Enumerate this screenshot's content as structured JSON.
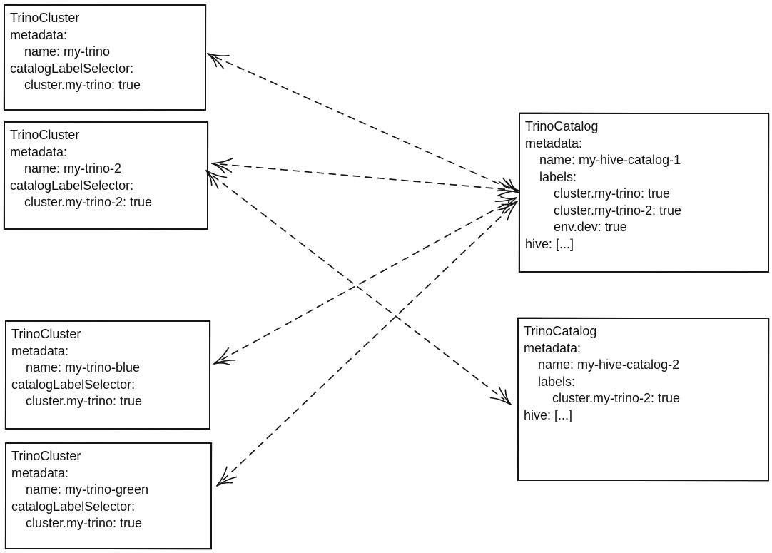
{
  "colors": {
    "ink": "#161616",
    "background": "#ffffff"
  },
  "nodes": {
    "cluster1": {
      "id": "my-trino",
      "kind": "TrinoCluster",
      "lines": [
        "TrinoCluster",
        "metadata:",
        "    name: my-trino",
        "catalogLabelSelector:",
        "    cluster.my-trino: true"
      ]
    },
    "cluster2": {
      "id": "my-trino-2",
      "kind": "TrinoCluster",
      "lines": [
        "TrinoCluster",
        "metadata:",
        "    name: my-trino-2",
        "catalogLabelSelector:",
        "    cluster.my-trino-2: true"
      ]
    },
    "clusterBlue": {
      "id": "my-trino-blue",
      "kind": "TrinoCluster",
      "lines": [
        "TrinoCluster",
        "metadata:",
        "    name: my-trino-blue",
        "catalogLabelSelector:",
        "    cluster.my-trino: true"
      ]
    },
    "clusterGreen": {
      "id": "my-trino-green",
      "kind": "TrinoCluster",
      "lines": [
        "TrinoCluster",
        "metadata:",
        "    name: my-trino-green",
        "catalogLabelSelector:",
        "    cluster.my-trino: true"
      ]
    },
    "catalog1": {
      "id": "my-hive-catalog-1",
      "kind": "TrinoCatalog",
      "lines": [
        "TrinoCatalog",
        "metadata:",
        "    name: my-hive-catalog-1",
        "    labels:",
        "        cluster.my-trino: true",
        "        cluster.my-trino-2: true",
        "        env.dev: true",
        "hive: [...]"
      ]
    },
    "catalog2": {
      "id": "my-hive-catalog-2",
      "kind": "TrinoCatalog",
      "lines": [
        "TrinoCatalog",
        "metadata:",
        "    name: my-hive-catalog-2",
        "    labels:",
        "        cluster.my-trino-2: true",
        "hive: [...]"
      ]
    }
  },
  "edges": [
    {
      "from": "my-hive-catalog-1",
      "to": "my-trino",
      "line_style": "dashed",
      "arrowheads": "both"
    },
    {
      "from": "my-hive-catalog-1",
      "to": "my-trino-2",
      "line_style": "dashed",
      "arrowheads": "both"
    },
    {
      "from": "my-hive-catalog-1",
      "to": "my-trino-blue",
      "line_style": "dashed",
      "arrowheads": "both"
    },
    {
      "from": "my-hive-catalog-1",
      "to": "my-trino-green",
      "line_style": "dashed",
      "arrowheads": "both"
    },
    {
      "from": "my-hive-catalog-2",
      "to": "my-trino-2",
      "line_style": "dashed",
      "arrowheads": "both"
    }
  ]
}
